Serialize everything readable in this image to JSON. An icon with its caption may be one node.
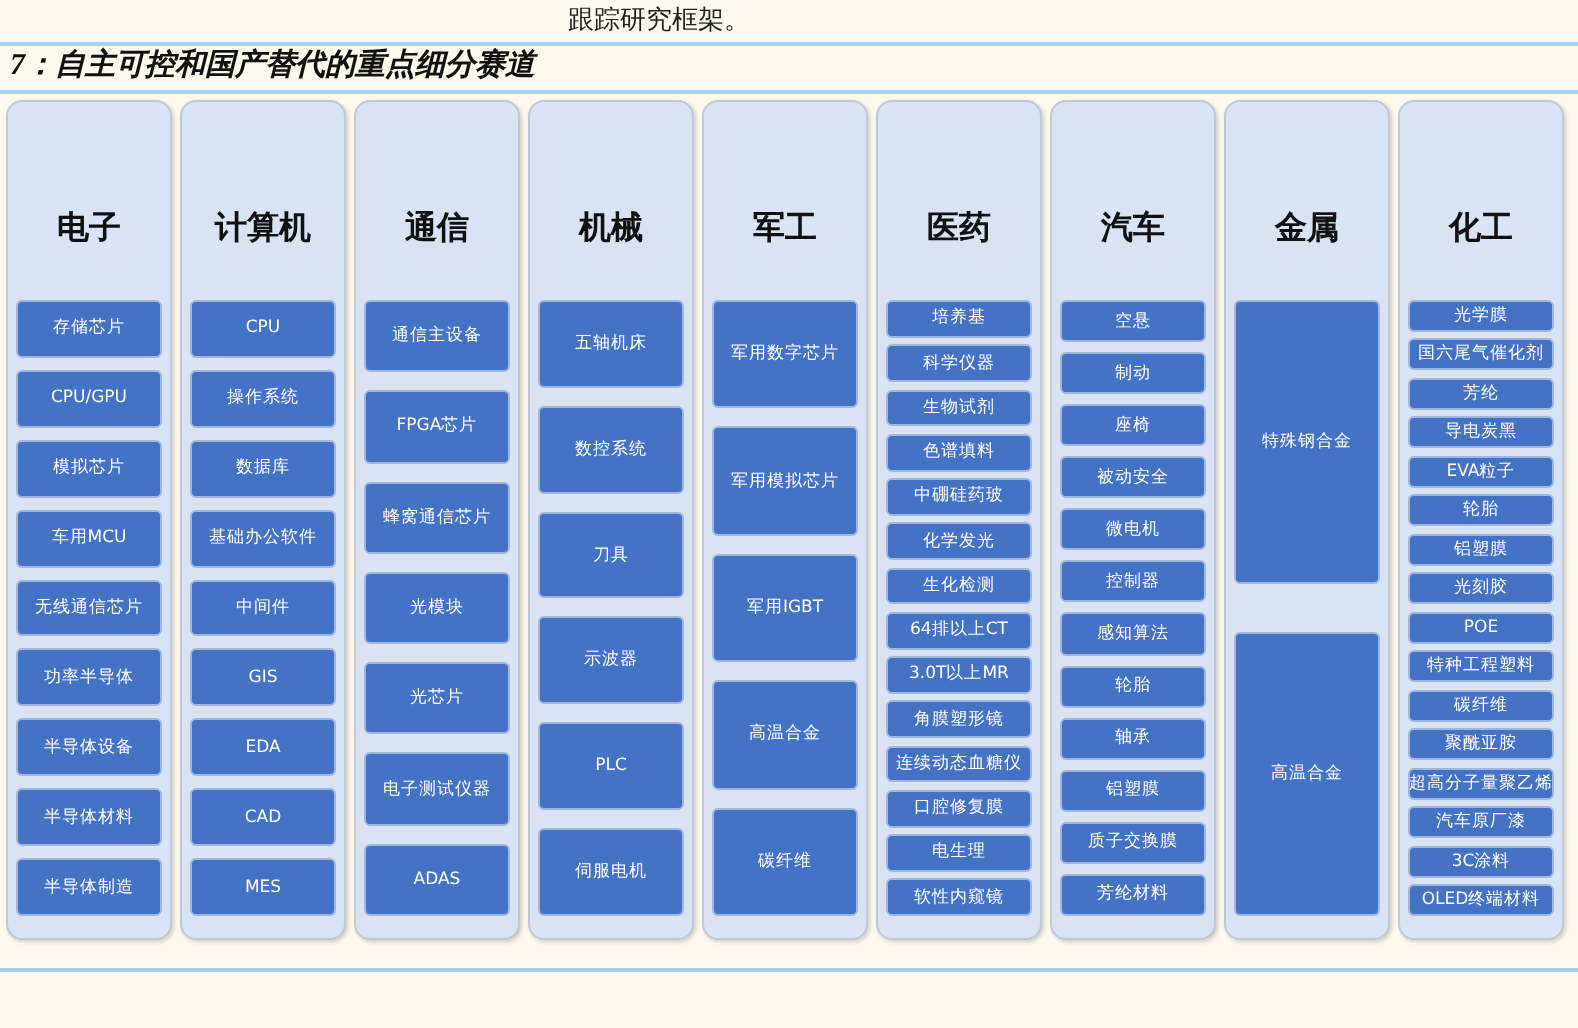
{
  "diagram": {
    "title": "7：自主可控和国产替代的重点细分赛道",
    "nodes": [
      {
        "text": [
          "电子"
        ]
      },
      {
        "text": [
          "存储芯片"
        ],
        "in": 0
      },
      {
        "text": [
          "CPU/GPU"
        ],
        "in": 0
      },
      {
        "text": [
          "模拟芯片"
        ],
        "in": 0
      },
      {
        "text": [
          "车用MCU"
        ],
        "in": 0
      },
      {
        "text": [
          "无线通信芯片"
        ],
        "in": 0
      },
      {
        "text": [
          "功率半导体"
        ],
        "in": 0
      },
      {
        "text": [
          "半导体设备"
        ],
        "in": 0
      },
      {
        "text": [
          "半导体材料"
        ],
        "in": 0
      },
      {
        "text": [
          "半导体制造"
        ],
        "in": 0
      },
      {
        "text": [
          "计算机"
        ]
      },
      {
        "text": [
          "CPU"
        ],
        "in": 10
      },
      {
        "text": [
          "操作系统"
        ],
        "in": 10
      },
      {
        "text": [
          "数据库"
        ],
        "in": 10
      },
      {
        "text": [
          "基础办公软件"
        ],
        "in": 10
      },
      {
        "text": [
          "中间件"
        ],
        "in": 10
      },
      {
        "text": [
          "GIS"
        ],
        "in": 10
      },
      {
        "text": [
          "EDA"
        ],
        "in": 10
      },
      {
        "text": [
          "CAD"
        ],
        "in": 10
      },
      {
        "text": [
          "MES"
        ],
        "in": 10
      },
      {
        "text": [
          "通信"
        ]
      },
      {
        "text": [
          "通信主设备"
        ],
        "in": 20
      },
      {
        "text": [
          "FPGA芯片"
        ],
        "in": 20
      },
      {
        "text": [
          "蜂窝通信芯片"
        ],
        "in": 20
      },
      {
        "text": [
          "光模块"
        ],
        "in": 20
      },
      {
        "text": [
          "光芯片"
        ],
        "in": 20
      },
      {
        "text": [
          "电子测试仪器"
        ],
        "in": 20
      },
      {
        "text": [
          "ADAS"
        ],
        "in": 20
      },
      {
        "text": [
          "机械"
        ]
      },
      {
        "text": [
          "五轴机床"
        ],
        "in": 28
      },
      {
        "text": [
          "数控系统"
        ],
        "in": 28
      },
      {
        "text": [
          "刀具"
        ],
        "in": 28
      },
      {
        "text": [
          "示波器"
        ],
        "in": 28
      },
      {
        "text": [
          "PLC"
        ],
        "in": 28
      },
      {
        "text": [
          "伺服电机"
        ],
        "in": 28
      },
      {
        "text": [
          "军工"
        ]
      },
      {
        "text": [
          "军用数字芯片"
        ],
        "in": 35
      },
      {
        "text": [
          "军用模拟芯片"
        ],
        "in": 35
      },
      {
        "text": [
          "军用IGBT"
        ],
        "in": 35
      },
      {
        "text": [
          "高温合金"
        ],
        "in": 35
      },
      {
        "text": [
          "碳纤维"
        ],
        "in": 35
      },
      {
        "text": [
          "医药"
        ]
      },
      {
        "text": [
          "培养基"
        ],
        "in": 41
      },
      {
        "text": [
          "科学仪器"
        ],
        "in": 41
      },
      {
        "text": [
          "生物试剂"
        ],
        "in": 41
      },
      {
        "text": [
          "色谱填料"
        ],
        "in": 41
      },
      {
        "text": [
          "中硼硅药玻"
        ],
        "in": 41
      },
      {
        "text": [
          "化学发光"
        ],
        "in": 41
      },
      {
        "text": [
          "生化检测"
        ],
        "in": 41
      },
      {
        "text": [
          "64排以上CT"
        ],
        "in": 41
      },
      {
        "text": [
          "3.0T以上MR"
        ],
        "in": 41
      },
      {
        "text": [
          "角膜塑形镜"
        ],
        "in": 41
      },
      {
        "text": [
          "连续动态血糖仪"
        ],
        "in": 41
      },
      {
        "text": [
          "口腔修复膜"
        ],
        "in": 41
      },
      {
        "text": [
          "电生理"
        ],
        "in": 41
      },
      {
        "text": [
          "软性内窥镜"
        ],
        "in": 41
      },
      {
        "text": [
          "汽车"
        ]
      },
      {
        "text": [
          "空悬"
        ],
        "in": 56
      },
      {
        "text": [
          "制动"
        ],
        "in": 56
      },
      {
        "text": [
          "座椅"
        ],
        "in": 56
      },
      {
        "text": [
          "被动安全"
        ],
        "in": 56
      },
      {
        "text": [
          "微电机"
        ],
        "in": 56
      },
      {
        "text": [
          "控制器"
        ],
        "in": 56
      },
      {
        "text": [
          "感知算法"
        ],
        "in": 56
      },
      {
        "text": [
          "轮胎"
        ],
        "in": 56
      },
      {
        "text": [
          "轴承"
        ],
        "in": 56
      },
      {
        "text": [
          "铝塑膜"
        ],
        "in": 56
      },
      {
        "text": [
          "质子交换膜"
        ],
        "in": 56
      },
      {
        "text": [
          "芳纶材料"
        ],
        "in": 56
      },
      {
        "text": [
          "金属"
        ]
      },
      {
        "text": [
          "特殊钢合金"
        ],
        "in": 69
      },
      {
        "text": [
          "高温合金"
        ],
        "in": 69
      },
      {
        "text": [
          "化工"
        ]
      },
      {
        "text": [
          "光学膜"
        ],
        "in": 72
      },
      {
        "text": [
          "国六尾气催化剂"
        ],
        "in": 72
      },
      {
        "text": [
          "芳纶"
        ],
        "in": 72
      },
      {
        "text": [
          "导电炭黑"
        ],
        "in": 72
      },
      {
        "text": [
          "EVA粒子"
        ],
        "in": 72
      },
      {
        "text": [
          "轮胎"
        ],
        "in": 72
      },
      {
        "text": [
          "铝塑膜"
        ],
        "in": 72
      },
      {
        "text": [
          "光刻胶"
        ],
        "in": 72
      },
      {
        "text": [
          "POE"
        ],
        "in": 72
      },
      {
        "text": [
          "特种工程塑料"
        ],
        "in": 72
      },
      {
        "text": [
          "碳纤维"
        ],
        "in": 72
      },
      {
        "text": [
          "聚酰亚胺"
        ],
        "in": 72
      },
      {
        "text": [
          "超高分子量聚乙烯"
        ],
        "in": 72
      },
      {
        "text": [
          "汽车原厂漆"
        ],
        "in": 72
      },
      {
        "text": [
          "3C涂料"
        ],
        "in": 72
      },
      {
        "text": [
          "OLED终端材料"
        ],
        "in": 72
      }
    ],
    "labels": [
      "跟踪研究框架。"
    ]
  }
}
